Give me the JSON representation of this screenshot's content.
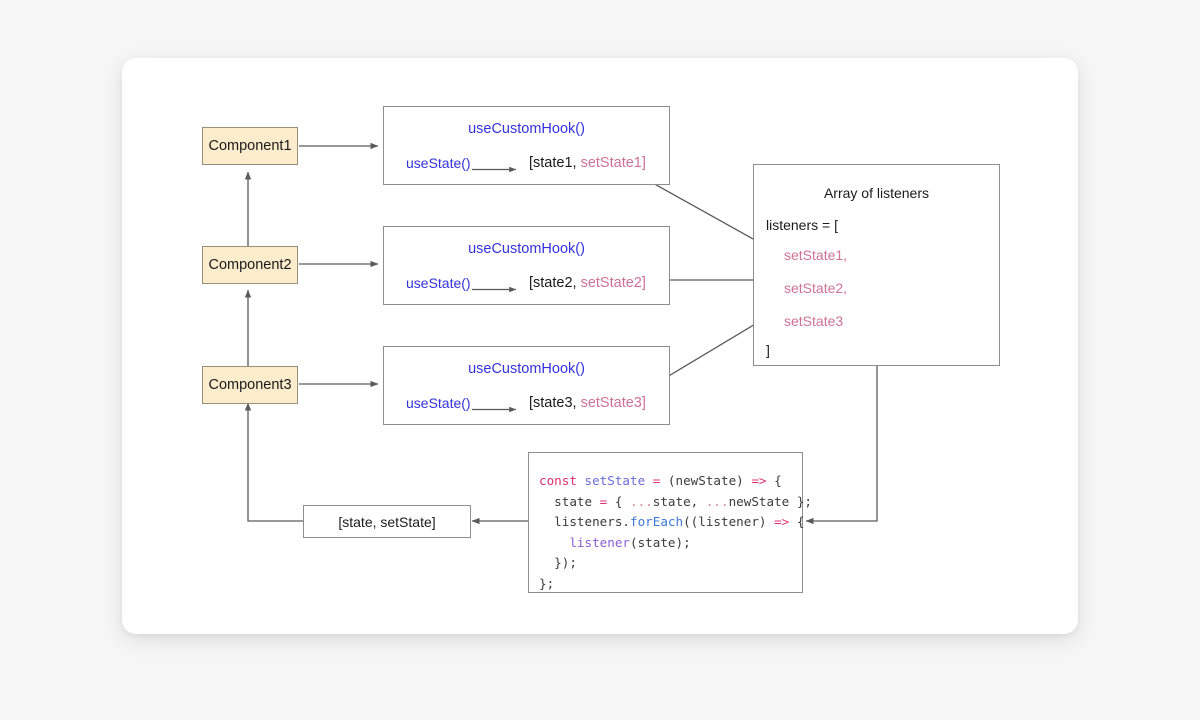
{
  "page": {
    "background_color": "#f6f6f6",
    "card_color": "#ffffff"
  },
  "colors": {
    "component_fill": "#fbeccc",
    "component_border": "#9a8f7a",
    "box_border": "#8e8e8e",
    "blue_text": "#3333dd",
    "pink_text": "#cf7295",
    "code_keyword": "#e0316b",
    "code_function": "#6b6bdd",
    "code_method": "#3c78d8",
    "code_variable": "#8a5fd6",
    "arrow": "#5a5a5a"
  },
  "components": [
    {
      "label": "Component1"
    },
    {
      "label": "Component2"
    },
    {
      "label": "Component3"
    }
  ],
  "hooks": [
    {
      "title": "useCustomHook()",
      "use_state": "useState()",
      "state_name": "[state1, ",
      "setter_name": "setState1]"
    },
    {
      "title": "useCustomHook()",
      "use_state": "useState()",
      "state_name": "[state2, ",
      "setter_name": "setState2]"
    },
    {
      "title": "useCustomHook()",
      "use_state": "useState()",
      "state_name": "[state3, ",
      "setter_name": "setState3]"
    }
  ],
  "listeners_panel": {
    "title": "Array of listeners",
    "declaration": "listeners = [",
    "items": [
      "setState1,",
      "setState2,",
      "setState3"
    ],
    "closing": "]"
  },
  "state_setter_box": {
    "label": "[state, setState]"
  },
  "code_block": {
    "lines": [
      [
        {
          "t": "const ",
          "c": "kw"
        },
        {
          "t": "setState ",
          "c": "fn"
        },
        {
          "t": "= ",
          "c": "op"
        },
        {
          "t": "(newState) ",
          "c": "plain"
        },
        {
          "t": "=> ",
          "c": "op"
        },
        {
          "t": "{",
          "c": "plain"
        }
      ],
      [
        {
          "t": "  state ",
          "c": "plain"
        },
        {
          "t": "= ",
          "c": "op"
        },
        {
          "t": "{ ",
          "c": "plain"
        },
        {
          "t": "...",
          "c": "spread"
        },
        {
          "t": "state, ",
          "c": "plain"
        },
        {
          "t": "...",
          "c": "spread"
        },
        {
          "t": "newState };",
          "c": "plain"
        }
      ],
      [
        {
          "t": "  listeners.",
          "c": "plain"
        },
        {
          "t": "forEach",
          "c": "meth"
        },
        {
          "t": "((listener) ",
          "c": "plain"
        },
        {
          "t": "=> ",
          "c": "op"
        },
        {
          "t": "{",
          "c": "plain"
        }
      ],
      [
        {
          "t": "    ",
          "c": "plain"
        },
        {
          "t": "listener",
          "c": "var"
        },
        {
          "t": "(state);",
          "c": "plain"
        }
      ],
      [
        {
          "t": "  });",
          "c": "plain"
        }
      ],
      [
        {
          "t": "};",
          "c": "plain"
        }
      ]
    ]
  },
  "diagram_meta": {
    "type": "flow-diagram",
    "description": "React custom hook shared global state flow between three components, a listeners array, and a setState implementation"
  }
}
